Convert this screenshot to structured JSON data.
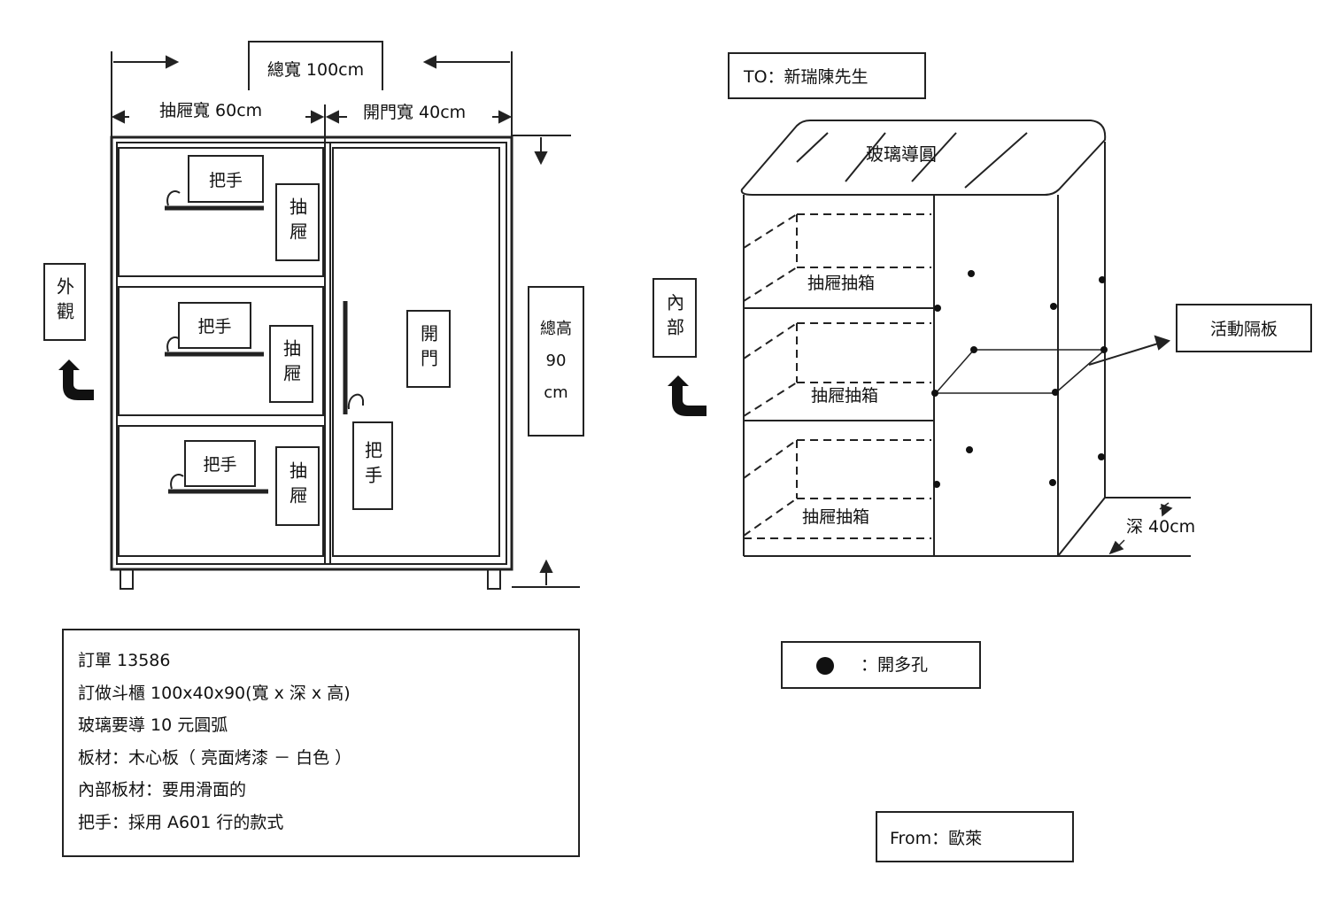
{
  "recipient": {
    "label": "TO：新瑞陳先生"
  },
  "sender": {
    "label": "From：歐萊"
  },
  "front_view": {
    "side_label": "外觀",
    "total_width": "總寬 100cm",
    "drawer_width": "抽屜寬 60cm",
    "door_width": "開門寬 40cm",
    "total_height": "總高\n90\ncm",
    "handle_label": "把手",
    "drawer_label": "抽屜",
    "door_label": "開門",
    "door_handle_label": "把手"
  },
  "interior_view": {
    "side_label": "內部",
    "glass_label": "玻璃導圓",
    "drawer_box_label": "抽屜抽箱",
    "shelf_label": "活動隔板",
    "depth_label": "深 40cm"
  },
  "legend": {
    "dot_label": "：開多孔"
  },
  "order_notes": [
    "訂單 13586",
    "訂做斗櫃 100x40x90(寬 x 深 x 高)",
    "玻璃要導 10 元圓弧",
    "板材：木心板（ 亮面烤漆 － 白色 ）",
    "內部板材：要用滑面的",
    "把手：採用 A601 行的款式"
  ],
  "colors": {
    "line": "#222222",
    "background": "#ffffff"
  }
}
